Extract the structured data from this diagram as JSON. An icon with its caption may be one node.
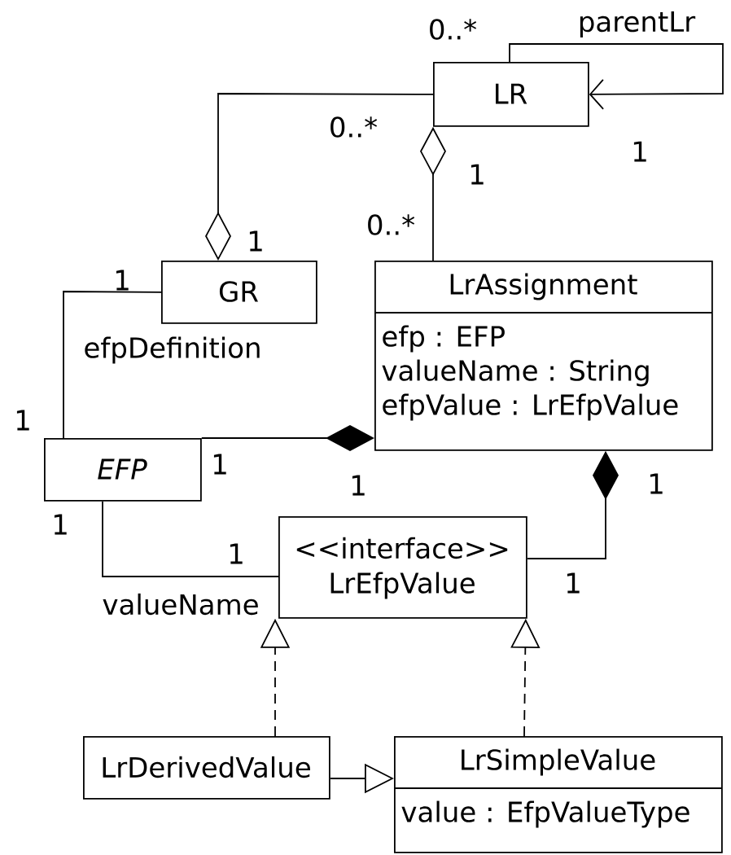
{
  "diagram": {
    "nodes": [
      {
        "text": [
          "LR"
        ]
      },
      {
        "text": [
          "GR"
        ]
      },
      {
        "text": [
          "LrAssignment",
          "efp : EFP",
          "valueName : String",
          "efpValue : LrEfpValue"
        ]
      },
      {
        "text": [
          "EFP"
        ]
      },
      {
        "text": [
          "<<interface>>",
          "LrEfpValue"
        ]
      },
      {
        "text": [
          "LrDerivedValue"
        ]
      },
      {
        "text": [
          "LrSimpleValue",
          "value : EfpValueType"
        ]
      }
    ],
    "edges": [
      {
        "from": 0,
        "to": 0,
        "arrow": "to",
        "label": "parentLr"
      },
      {
        "from": 1,
        "to": 0,
        "arrow": "other"
      },
      {
        "from": 0,
        "to": 2,
        "arrow": "other"
      },
      {
        "from": 1,
        "to": 3,
        "arrow": "none",
        "label": "efpDefinition"
      },
      {
        "from": 2,
        "to": 3,
        "arrow": "other"
      },
      {
        "from": 2,
        "to": 4,
        "arrow": "other"
      },
      {
        "from": 3,
        "to": 4,
        "arrow": "none",
        "label": "valueName"
      },
      {
        "from": 5,
        "to": 4,
        "arrow": "to",
        "style": "dashed"
      },
      {
        "from": 6,
        "to": 4,
        "arrow": "to",
        "style": "dashed"
      },
      {
        "from": 5,
        "to": 6,
        "arrow": "to"
      }
    ],
    "labels": [
      "0..*",
      "0..*",
      "1",
      "1",
      "0..*",
      "1",
      "1",
      "1",
      "1",
      "1",
      "1",
      "1",
      "1",
      "1"
    ]
  }
}
